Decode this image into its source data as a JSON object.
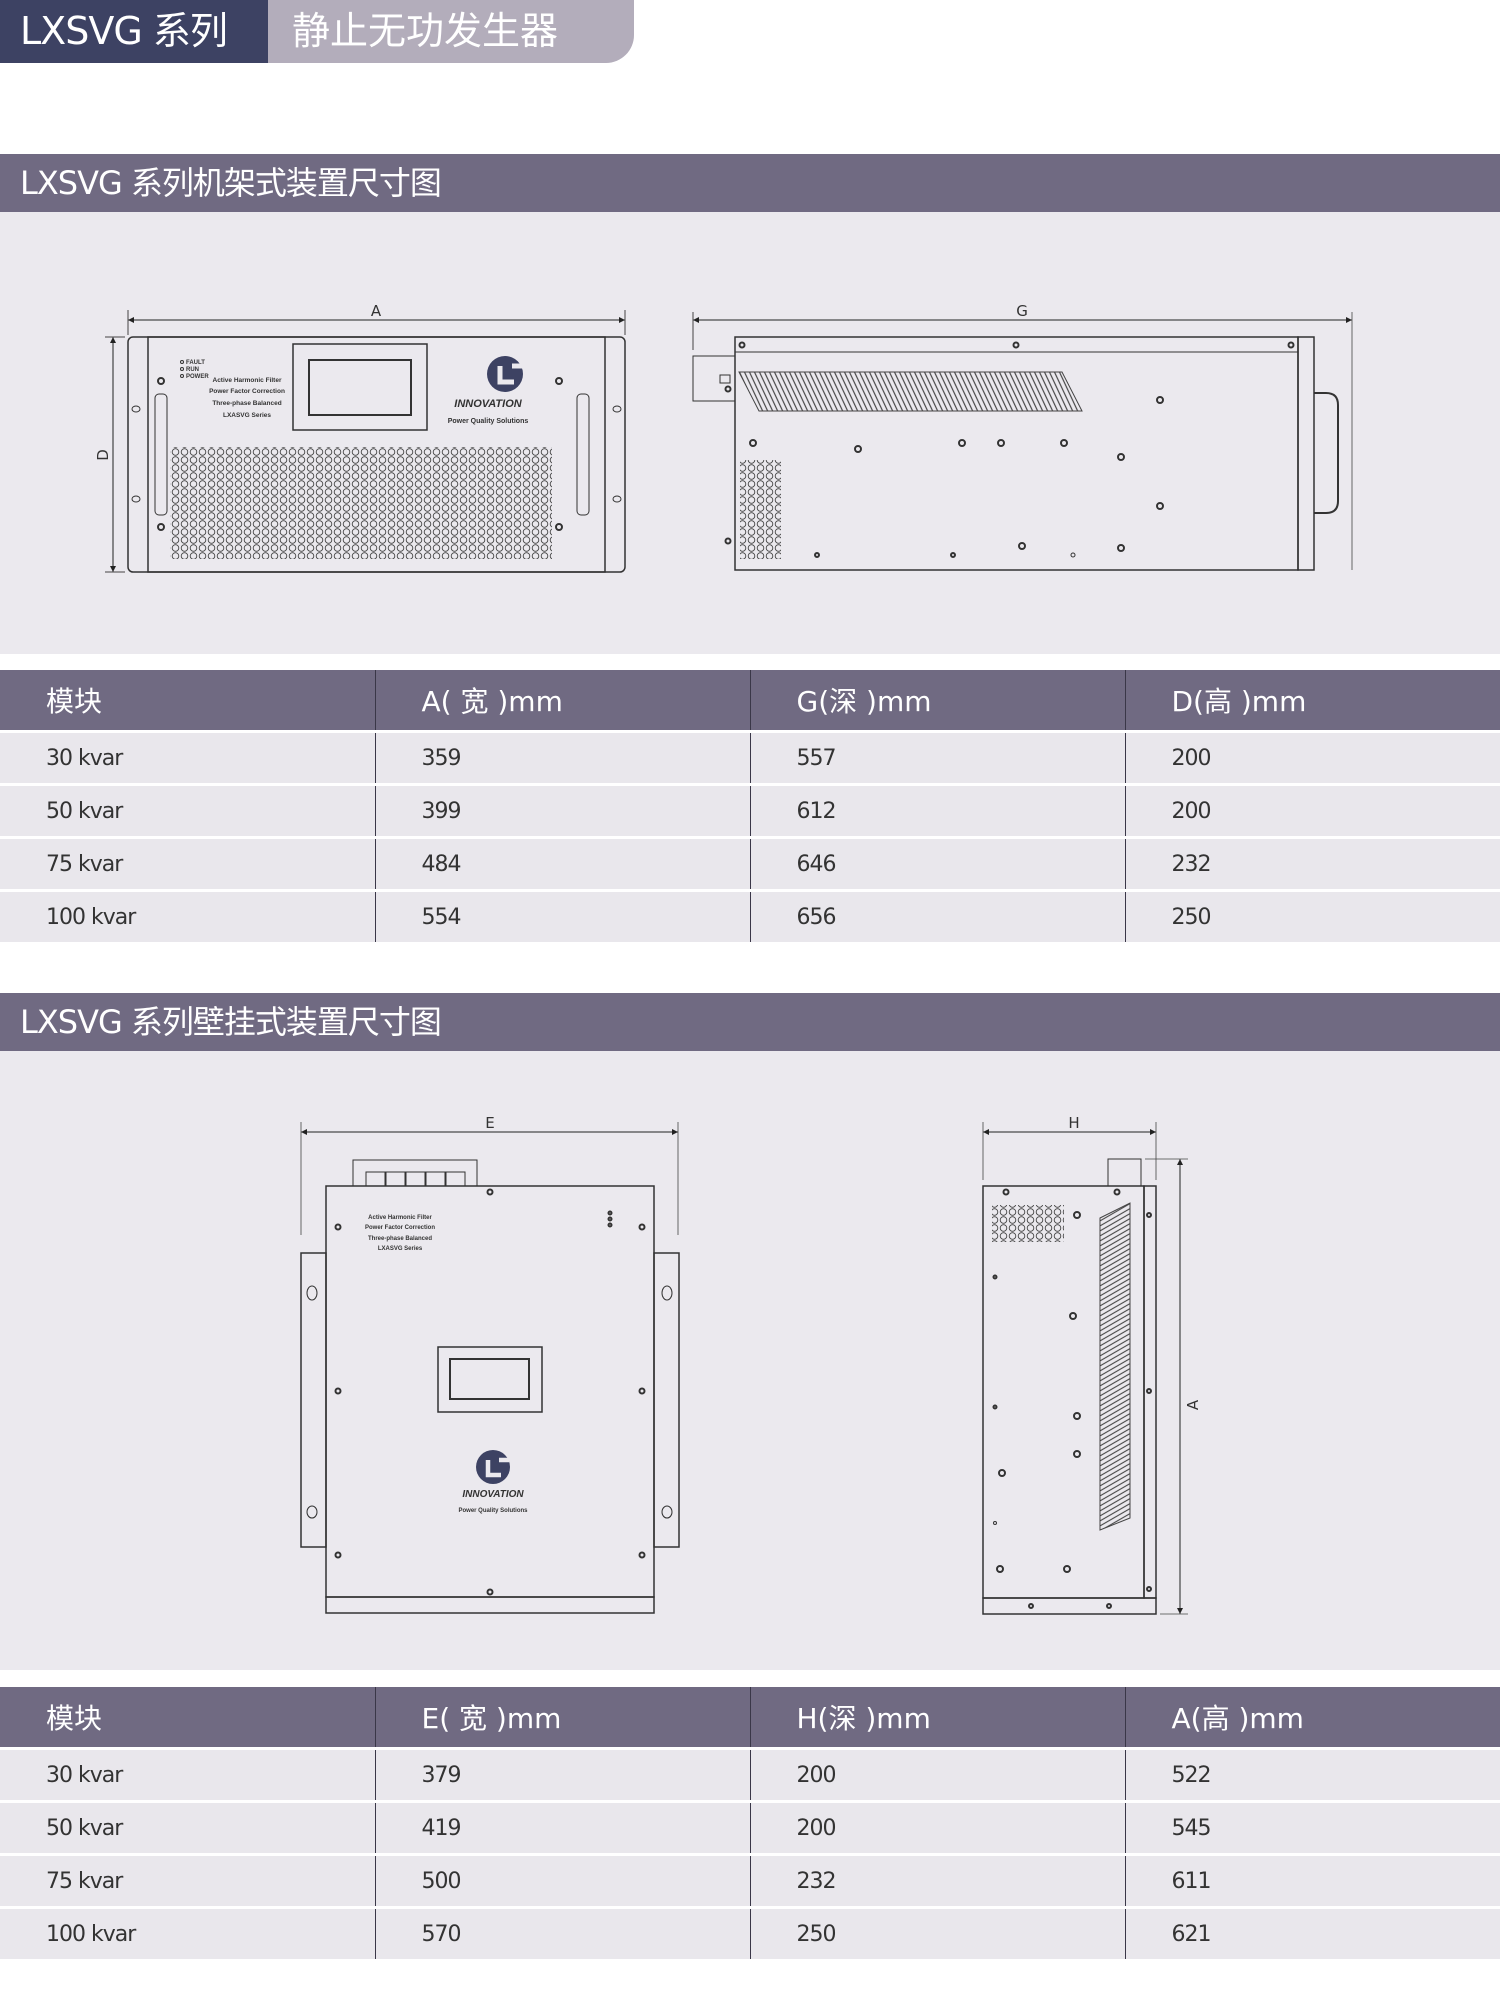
{
  "header": {
    "series": "LXSVG 系列",
    "product": "静止无功发生器"
  },
  "colors": {
    "navy": "#3d4263",
    "lilac": "#b3adbb",
    "section": "#706a82",
    "panel": "#ebe9ee",
    "logo": "#3d4263"
  },
  "rack": {
    "title": "LXSVG 系列机架式装置尺寸图",
    "dims": {
      "width": "A",
      "height": "D",
      "depth": "G"
    },
    "panel_text": {
      "leds": [
        "FAULT",
        "RUN",
        "POWER"
      ],
      "lines": [
        "Active Harmonic Filter",
        "Power Factor Correction",
        "Three-phase Balanced",
        "LXASVG Series"
      ],
      "brand": "INNOVATION",
      "tagline": "Power Quality Solutions"
    },
    "table": {
      "headers": [
        "模块",
        "A( 宽 )mm",
        "G(深 )mm",
        "D(高 )mm"
      ],
      "rows": [
        [
          "30 kvar",
          "359",
          "557",
          "200"
        ],
        [
          "50 kvar",
          "399",
          "612",
          "200"
        ],
        [
          "75 kvar",
          "484",
          "646",
          "232"
        ],
        [
          "100 kvar",
          "554",
          "656",
          "250"
        ]
      ]
    }
  },
  "wall": {
    "title": "LXSVG 系列壁挂式装置尺寸图",
    "dims": {
      "width": "E",
      "depth": "H",
      "height": "A"
    },
    "panel_text": {
      "lines": [
        "Active Harmonic Filter",
        "Power Factor Correction",
        "Three-phase Balanced",
        "LXASVG Series"
      ],
      "brand": "INNOVATION",
      "tagline": "Power Quality Solutions"
    },
    "table": {
      "headers": [
        "模块",
        "E( 宽 )mm",
        "H(深 )mm",
        "A(高 )mm"
      ],
      "rows": [
        [
          "30 kvar",
          "379",
          "200",
          "522"
        ],
        [
          "50 kvar",
          "419",
          "200",
          "545"
        ],
        [
          "75 kvar",
          "500",
          "232",
          "611"
        ],
        [
          "100 kvar",
          "570",
          "250",
          "621"
        ]
      ]
    }
  }
}
